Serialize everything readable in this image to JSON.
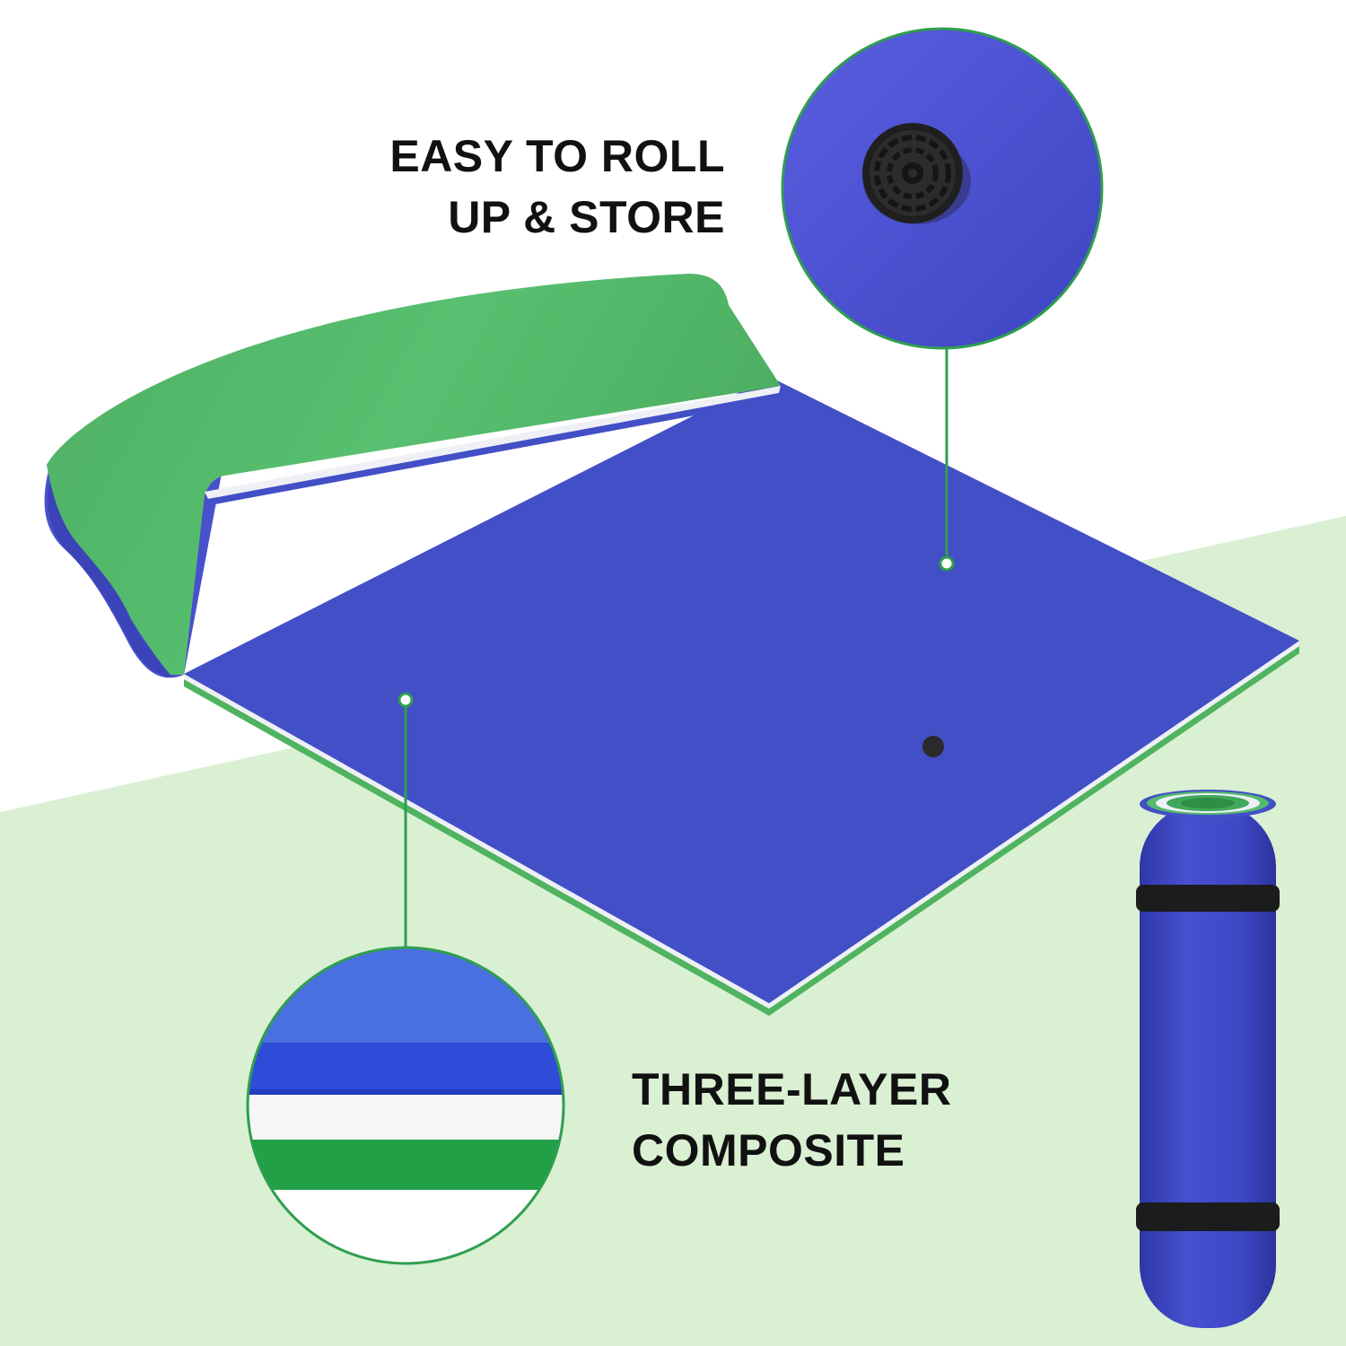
{
  "callouts": {
    "roll": {
      "line1": "EASY TO ROLL",
      "line2": "UP & STORE"
    },
    "layers": {
      "line1": "THREE-LAYER",
      "line2": "COMPOSITE"
    }
  },
  "colors": {
    "background": "#ffffff",
    "floor": "#d9f0d2",
    "mat_blue": "#434fc6",
    "mat_green": "#54bb6c",
    "foam_white": "#f2f2f2",
    "leader_line": "#2f9e4f",
    "plug": "#2a2a2a",
    "strap": "#1c1c1c"
  },
  "icons": {
    "plug": "drain-plug-icon",
    "layers": "foam-layers-icon"
  }
}
